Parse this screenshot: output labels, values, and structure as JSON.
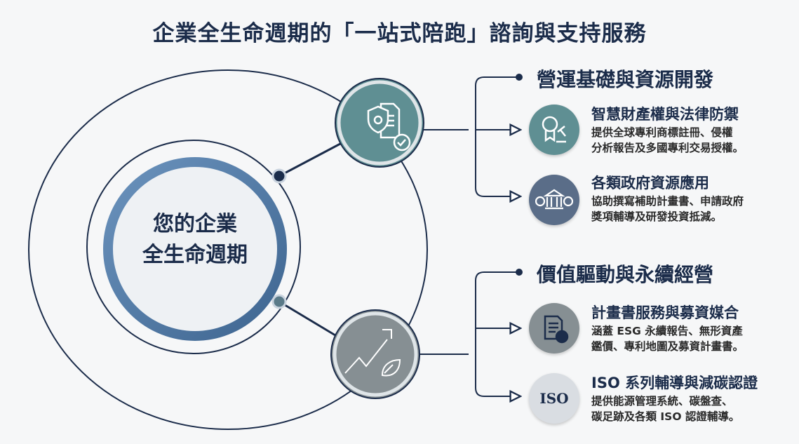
{
  "title": "企業全生命週期的「一站式陪跑」諮詢與支持服務",
  "center": {
    "line1": "您的企業",
    "line2": "全生命週期"
  },
  "sections": [
    {
      "heading": "營運基礎與資源開發",
      "items": [
        {
          "title": "智慧財產權與法律防禦",
          "desc1": "提供全球專利商標註冊、侵權",
          "desc2": "分析報告及多國專利交易授權。",
          "icon": "award-gavel-icon"
        },
        {
          "title": "各類政府資源應用",
          "desc1": "協助撰寫補助計畫書、申請政府",
          "desc2": "獎項輔導及研發投資抵減。",
          "icon": "government-building-icon"
        }
      ]
    },
    {
      "heading": "價值驅動與永續經營",
      "items": [
        {
          "title": "計畫書服務與募資媒合",
          "desc1": "涵蓋 ESG 永續報告、無形資產",
          "desc2": "鑑價、專利地圖及募資計畫書。",
          "icon": "document-dollar-icon"
        },
        {
          "title": "ISO 系列輔導與減碳認證",
          "desc1": "提供能源管理系統、碳盤查、",
          "desc2": "碳足跡及各類 ISO 認證輔導。",
          "icon": "iso-leaf-icon",
          "badge": "ISO"
        }
      ]
    }
  ],
  "colors": {
    "navy": "#1b2c4a",
    "teal": "#5f8f93",
    "gray": "#868f93",
    "blue": "#4f78a3",
    "slate": "#5a6d88",
    "iso_bg": "#d9dde2"
  }
}
